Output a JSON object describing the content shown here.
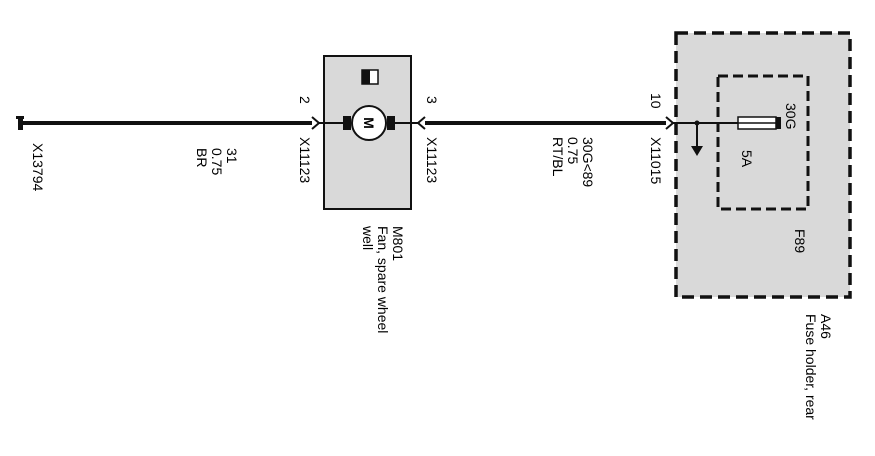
{
  "ground": {
    "id": "X13794"
  },
  "wire_left": {
    "circuit": "31",
    "size": "0.75",
    "color": "BR"
  },
  "motor": {
    "id": "M801",
    "name_line1": "Fan, spare wheel",
    "name_line2": "well",
    "pin_left": "2",
    "pin_right": "3",
    "conn_left": "X11123",
    "conn_right": "X11123",
    "symbol": "M"
  },
  "wire_right": {
    "circuit": "30G<89",
    "size": "0.75",
    "color": "RT/BL"
  },
  "fuse_holder": {
    "id": "A46",
    "name": "Fuse holder, rear",
    "pin": "10",
    "conn": "X11015"
  },
  "fuse": {
    "id": "F89",
    "rating": "5A",
    "terminal": "30G"
  },
  "colors": {
    "line": "#111111",
    "box_fill": "#d9d9d9",
    "motor_fill": "#ffffff"
  }
}
